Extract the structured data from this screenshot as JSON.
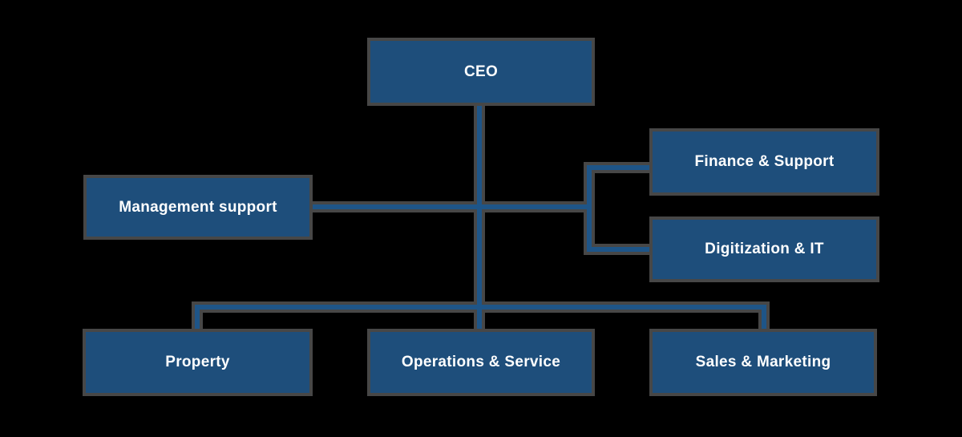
{
  "colors": {
    "background": "#000000",
    "box_fill": "#1E4E7B",
    "box_border": "#474747",
    "line": "#1E5588",
    "line_shadow": "#474747",
    "text": "#FFFFFF"
  },
  "diagram": {
    "type": "org-chart",
    "nodes": {
      "ceo": {
        "label": "CEO"
      },
      "management_support": {
        "label": "Management support"
      },
      "finance_support": {
        "label": "Finance & Support"
      },
      "digitization_it": {
        "label": "Digitization & IT"
      },
      "property": {
        "label": "Property"
      },
      "operations_service": {
        "label": "Operations & Service"
      },
      "sales_marketing": {
        "label": "Sales & Marketing"
      }
    },
    "edges": [
      {
        "from": "ceo",
        "to": "management_support"
      },
      {
        "from": "ceo",
        "to": "finance_support"
      },
      {
        "from": "ceo",
        "to": "digitization_it"
      },
      {
        "from": "ceo",
        "to": "property"
      },
      {
        "from": "ceo",
        "to": "operations_service"
      },
      {
        "from": "ceo",
        "to": "sales_marketing"
      }
    ]
  }
}
